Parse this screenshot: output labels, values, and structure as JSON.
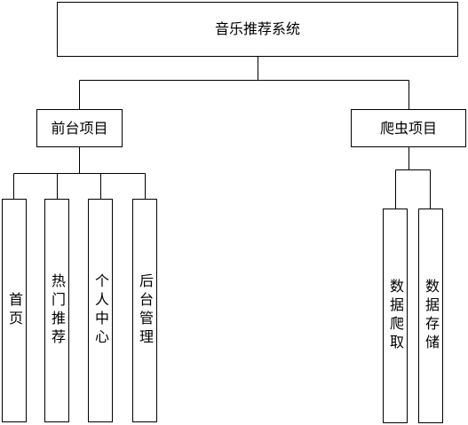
{
  "root": {
    "label": "音乐推荐系统"
  },
  "front": {
    "label": "前台项目",
    "children": [
      "首页",
      "热门推荐",
      "个人中心",
      "后台管理"
    ]
  },
  "crawler": {
    "label": "爬虫项目",
    "children": [
      "数据爬取",
      "数据存储"
    ]
  },
  "colors": {
    "stroke": "#000000",
    "fill": "#ffffff"
  }
}
